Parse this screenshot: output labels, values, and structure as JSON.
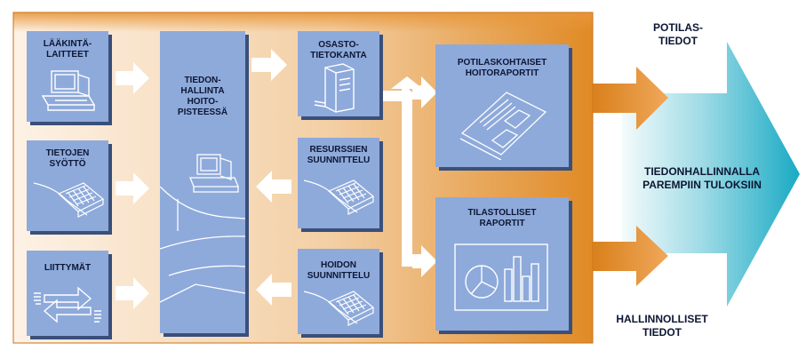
{
  "labels": {
    "laakinta": "LÄÄKINTÄ-\nLAITTEET",
    "syotto": "TIETOJEN\nSYÖTTÖ",
    "liittymat": "LIITTYMÄT",
    "tiedonhallinta": "TIEDON-\nHALLINTA\nHOITO-\nPISTEESSÄ",
    "osasto": "OSASTO-\nTIETOKANTA",
    "resurssien": "RESURSSIEN\nSUUNNITTELU",
    "hoidon": "HOIDON\nSUUNNITTELU",
    "potilaskohtaiset": "POTILASKOHTAISET\nHOITORAPORTIT",
    "tilastolliset": "TILASTOLLISET\nRAPORTIT",
    "potilastiedot": "POTILAS-\nTIEDOT",
    "hallinnolliset": "HALLINNOLLISET\nTIEDOT",
    "tulos": "TIEDONHALLINNALLA\nPAREMPIIN TULOKSIIN"
  },
  "colors": {
    "box": "#8eaadb",
    "box_shadow": "#3a4f7a",
    "orange": "#e08a25",
    "cyan": "#2bb5cc",
    "text": "#0d1633"
  },
  "icons": {
    "computer": "computer-icon",
    "keyboard": "keypad-icon",
    "exchange": "exchange-arrows-icon",
    "server": "server-icon",
    "report": "document-icon",
    "chart": "chart-icon"
  }
}
